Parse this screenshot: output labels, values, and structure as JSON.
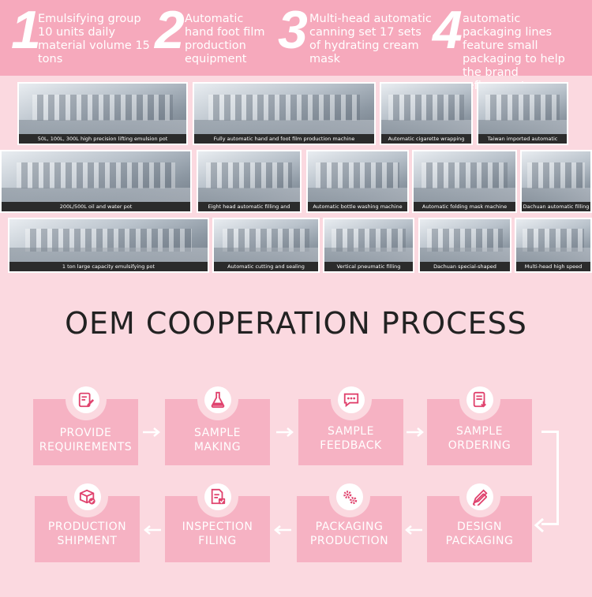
{
  "stats": [
    {
      "num": "1",
      "text": "Emulsifying group 10 units daily material volume 15 tons"
    },
    {
      "num": "2",
      "text": "Automatic hand foot film production equipment"
    },
    {
      "num": "3",
      "text": "Multi-head automatic canning set 17 sets of hydrating cream mask"
    },
    {
      "num": "4",
      "text": "automatic packaging lines feature small packaging to help the brand refinement"
    }
  ],
  "photos": {
    "row1": [
      "50L, 100L, 300L high precision lifting emulsion pot",
      "Fully automatic hand and foot film production machine",
      "Automatic cigarette wrapping",
      "Taiwan imported automatic"
    ],
    "row2": [
      "200L/500L oil and water pot",
      "Eight head automatic filling and",
      "Automatic bottle washing machine",
      "Automatic folding mask machine",
      "Dachuan automatic filling"
    ],
    "row3": [
      "1 ton large capacity emulsifying pot",
      "Automatic cutting and sealing",
      "Vertical pneumatic filling",
      "Dachuan special-shaped",
      "Multi-head high speed"
    ]
  },
  "title": "OEM COOPERATION PROCESS",
  "process": {
    "row1": [
      {
        "label_1": "PROVIDE",
        "label_2": "REQUIREMENTS",
        "icon": "edit-document-icon"
      },
      {
        "label_1": "SAMPLE",
        "label_2": "MAKING",
        "icon": "flask-icon"
      },
      {
        "label_1": "SAMPLE",
        "label_2": "FEEDBACK",
        "icon": "chat-bubble-icon"
      },
      {
        "label_1": "SAMPLE",
        "label_2": "ORDERING",
        "icon": "order-document-icon"
      }
    ],
    "row2": [
      {
        "label_1": "PRODUCTION",
        "label_2": "SHIPMENT",
        "icon": "package-check-icon"
      },
      {
        "label_1": "INSPECTION",
        "label_2": "FILING",
        "icon": "checklist-icon"
      },
      {
        "label_1": "PACKAGING",
        "label_2": "PRODUCTION",
        "icon": "gears-icon"
      },
      {
        "label_1": "DESIGN",
        "label_2": "PACKAGING",
        "icon": "pencil-ruler-icon"
      }
    ]
  },
  "colors": {
    "background": "#fbd9e0",
    "top_band": "#f6a9bc",
    "step_box": "#f6b2c3",
    "icon_accent": "#e0436e",
    "title_text": "#222222"
  }
}
